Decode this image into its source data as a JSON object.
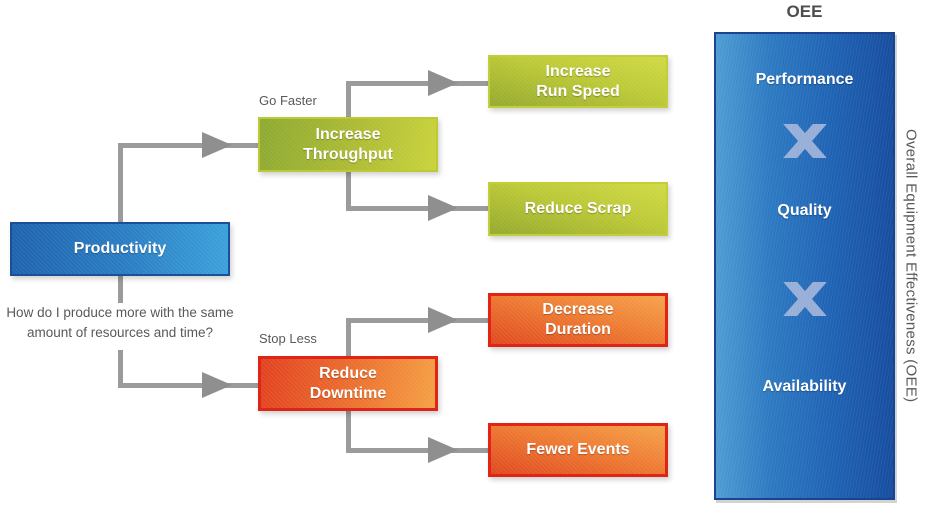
{
  "header": {
    "oee_title": "OEE",
    "side_label": "Overall Equipment Effectiveness (OEE)"
  },
  "productivity": {
    "label": "Productivity",
    "question_line1": "How do I produce more with the same",
    "question_line2": "amount of resources and time?"
  },
  "throughput_branch": {
    "annotation": "Go Faster",
    "parent": "Increase\nThroughput",
    "child_top": "Increase\nRun Speed",
    "child_bottom": "Reduce Scrap"
  },
  "downtime_branch": {
    "annotation": "Stop Less",
    "parent": "Reduce\nDowntime",
    "child_top": "Decrease\nDuration",
    "child_bottom": "Fewer Events"
  },
  "oee_panel": {
    "factor1": "Performance",
    "factor2": "Quality",
    "factor3": "Availability",
    "operator_icon": "multiply-x-icon"
  },
  "colors": {
    "blue_box_left": "#1e63ae",
    "blue_box_right": "#3ba1da",
    "green_dark": "#8da931",
    "green_light": "#c9d33b",
    "orange_dark": "#e2411f",
    "orange_light": "#f5a044",
    "orange_border": "#df2517",
    "panel_blue_left": "#4e9cd3",
    "panel_blue_right": "#174d9f",
    "connector_gray": "#9b9b9b",
    "text_gray": "#595959",
    "multiply_blue": "#a4b6dc"
  }
}
